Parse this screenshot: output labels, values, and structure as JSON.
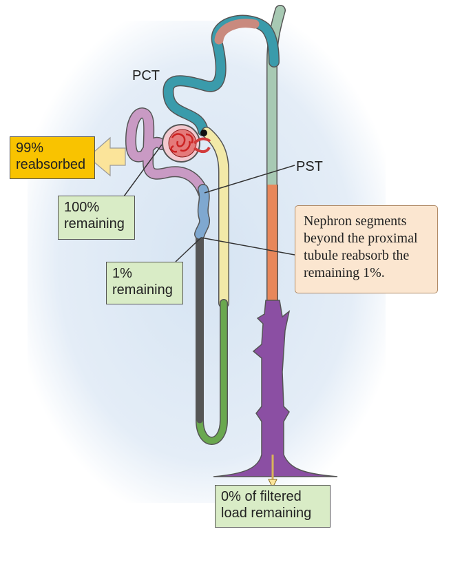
{
  "labels": {
    "pct": "PCT",
    "pst": "PST"
  },
  "boxes": {
    "reabsorbed": {
      "line1": "99%",
      "line2": "reabsorbed"
    },
    "remaining_100": {
      "line1": "100%",
      "line2": "remaining"
    },
    "remaining_1": {
      "line1": "1%",
      "line2": "remaining"
    },
    "note": {
      "line1": "Nephron segments",
      "line2": "beyond the proximal",
      "line3": "tubule reabsorb the",
      "line4": "remaining 1%."
    },
    "final": {
      "line1": "0% of filtered",
      "line2": "load remaining"
    }
  },
  "colors": {
    "pct_tubule": "#c99ac4",
    "distal_tubule": "#3a9bab",
    "pst_tubule": "#7fa8d0",
    "descending_limb": "#555555",
    "thick_ascending_limb": "#f2e9a8",
    "thin_ascending_limb": "#6aa84f",
    "collecting_duct_upper": "#a7c9b3",
    "collecting_duct_mid": "#e8875a",
    "collecting_duct_lower": "#8b4fa3",
    "glomerulus": "#d23b3b",
    "reabsorbed_arrow": "#fbe49a",
    "background_glow": "#d6e4f2"
  }
}
